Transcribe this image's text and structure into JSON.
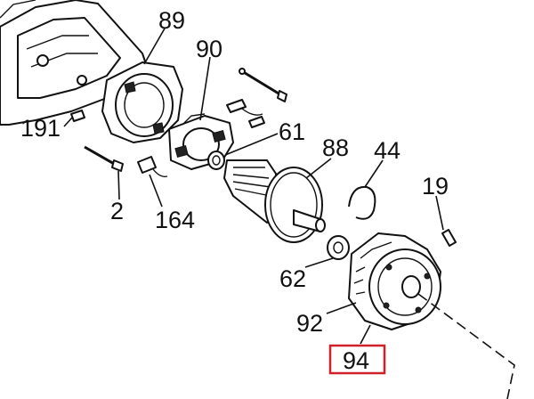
{
  "diagram": {
    "highlight_color": "#d0202a",
    "highlighted_part": "94",
    "callouts": [
      {
        "id": "89",
        "label": "89"
      },
      {
        "id": "90",
        "label": "90"
      },
      {
        "id": "191",
        "label": "191"
      },
      {
        "id": "61",
        "label": "61"
      },
      {
        "id": "88",
        "label": "88"
      },
      {
        "id": "44",
        "label": "44"
      },
      {
        "id": "19",
        "label": "19"
      },
      {
        "id": "2",
        "label": "2"
      },
      {
        "id": "164",
        "label": "164"
      },
      {
        "id": "62",
        "label": "62"
      },
      {
        "id": "92",
        "label": "92"
      },
      {
        "id": "94",
        "label": "94"
      }
    ]
  }
}
